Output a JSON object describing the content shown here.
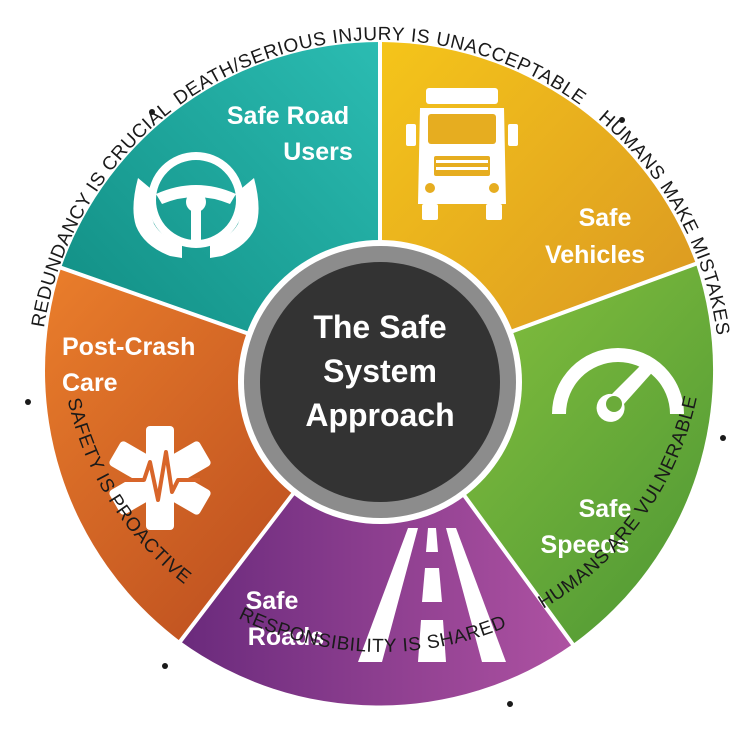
{
  "center": {
    "line1": "The Safe",
    "line2": "System",
    "line3": "Approach"
  },
  "segments": [
    {
      "id": "safe-road-users",
      "line1": "Safe Road",
      "line2": "Users",
      "color_start": "#0f8a80",
      "color_end": "#2bbcb2",
      "icon": "hands-steering-wheel-icon"
    },
    {
      "id": "safe-vehicles",
      "line1": "Safe",
      "line2": "Vehicles",
      "color_start": "#f3c21b",
      "color_end": "#d99a22",
      "icon": "truck-icon"
    },
    {
      "id": "safe-speeds",
      "line1": "Safe",
      "line2": "Speeds",
      "color_start": "#8cc63e",
      "color_end": "#4f9a35",
      "icon": "speedometer-icon"
    },
    {
      "id": "safe-roads",
      "line1": "Safe",
      "line2": "Roads",
      "color_start": "#6e2a7e",
      "color_end": "#a84ea0",
      "icon": "road-icon"
    },
    {
      "id": "post-crash-care",
      "line1": "Post-Crash",
      "line2": "Care",
      "color_start": "#e6782a",
      "color_end": "#b8481e",
      "icon": "medical-star-icon"
    }
  ],
  "principles": [
    "DEATH/SERIOUS INJURY IS UNACCEPTABLE",
    "HUMANS MAKE MISTAKES",
    "HUMANS ARE VULNERABLE",
    "RESPONSIBILITY IS SHARED",
    "SAFETY IS PROACTIVE",
    "REDUNDANCY IS CRUCIAL"
  ],
  "colors": {
    "hub_dark": "#333333",
    "hub_ring": "#8c8c8c",
    "text_ring": "#1a1a1a"
  }
}
